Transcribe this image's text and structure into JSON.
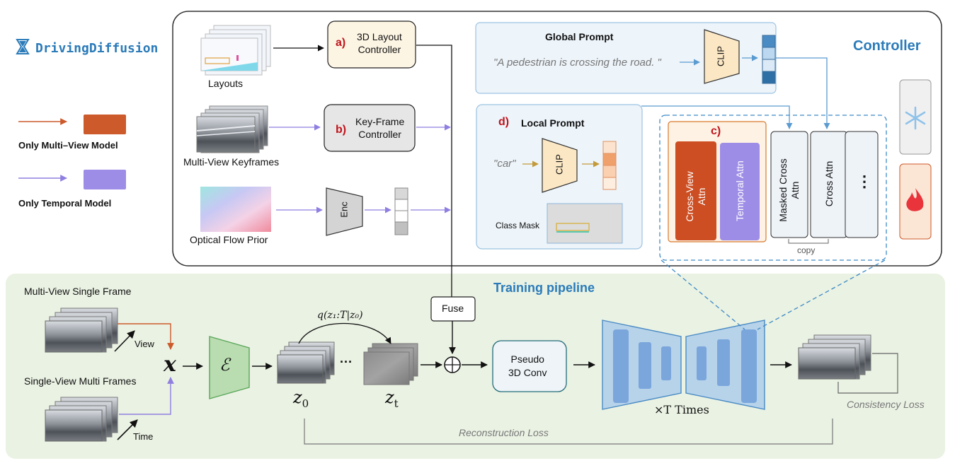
{
  "brand": {
    "name": "DrivingDiffusion",
    "logo_color": "#2b7bb9"
  },
  "legend": {
    "items": [
      {
        "label": "Only Multi–View Model",
        "color": "#cc5a2b"
      },
      {
        "label": "Only Temporal Model",
        "color": "#9e8de6"
      }
    ]
  },
  "controller": {
    "title": "Controller",
    "inputs": {
      "layouts": "Layouts",
      "keyframes": "Multi-View Keyframes",
      "flow": "Optical Flow Prior"
    },
    "layout_controller": {
      "tag": "a)",
      "label": "3D Layout\nController"
    },
    "keyframe_controller": {
      "tag": "b)",
      "label": "Key-Frame\nController"
    },
    "enc": "Enc",
    "global_prompt": {
      "title": "Global Prompt",
      "text": "\"A pedestrian is crossing the road. \"",
      "clip": "CLIP"
    },
    "local_prompt": {
      "tag": "d)",
      "title": "Local Prompt",
      "text": "\"car\"",
      "clip": "CLIP",
      "mask": "Class Mask"
    },
    "attn_group": {
      "tag": "c)",
      "cross_view": "Cross-View\nAttn",
      "temporal": "Temporal Attn",
      "masked_cross": "Masked Cross\nAttn",
      "cross": "Cross Attn",
      "more": "⋮",
      "copy": "copy"
    }
  },
  "pipeline": {
    "title": "Training pipeline",
    "mv_single": "Multi-View Single Frame",
    "sv_multi": "Single-View Multi Frames",
    "view": "View",
    "time": "Time",
    "x": "x",
    "enc_symbol": "ℰ",
    "z0": "z",
    "z0_sub": "0",
    "zt": "z",
    "zt_sub": "t",
    "dots": "···",
    "q_func": "q(z₁:T|z₀)",
    "fuse": "Fuse",
    "plus": "⊕",
    "pseudo": "Pseudo\n3D Conv",
    "times": "×T Times",
    "consistency": "Consistency Loss",
    "reconstruction": "Reconstruction Loss"
  },
  "colors": {
    "accent_blue": "#2b7bb9",
    "orange": "#cc5a2b",
    "purple": "#9e8de6",
    "pipeline_bg": "#eaf2e3",
    "unet": "#b7d3ea"
  }
}
